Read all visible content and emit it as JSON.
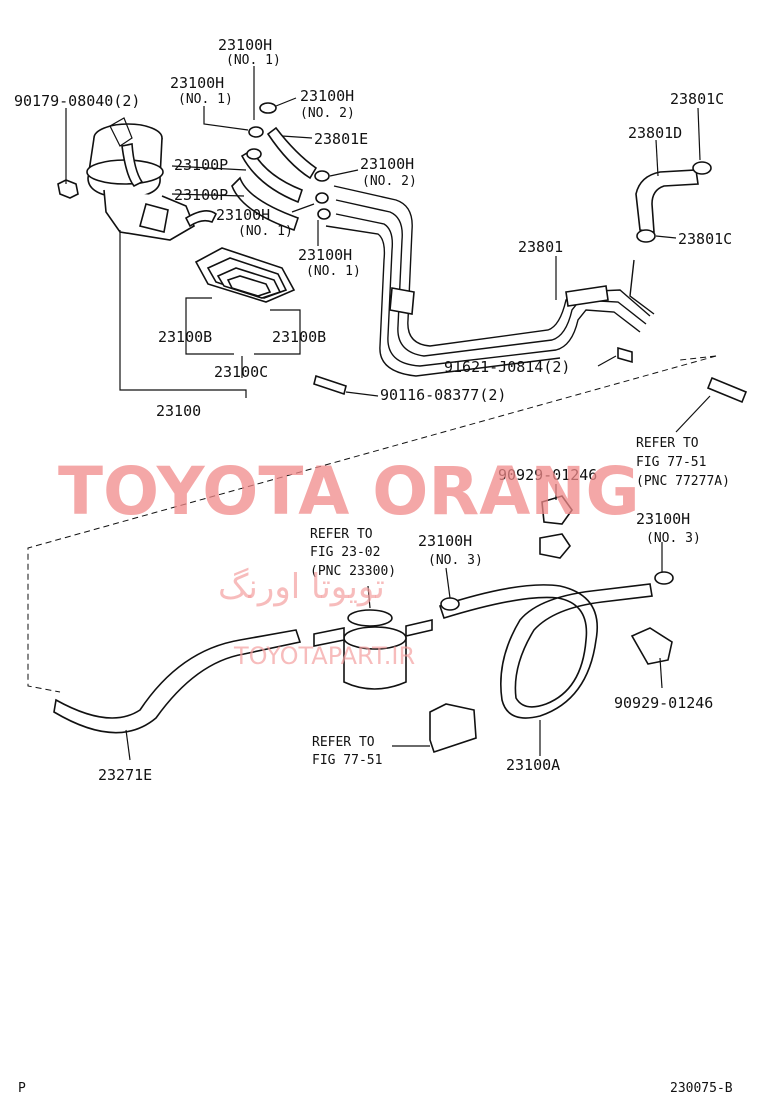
{
  "labels": {
    "p_23100H_a": "23100H",
    "no1_a": "(NO. 1)",
    "p_23100H_b": "23100H",
    "no1_b": "(NO. 1)",
    "p_90179": "90179-08040(2)",
    "p_23100H_c": "23100H",
    "no2_a": "(NO. 2)",
    "p_23801E": "23801E",
    "p_23100P_a": "23100P",
    "p_23100H_d": "23100H",
    "no2_b": "(NO. 2)",
    "p_23100P_b": "23100P",
    "p_23100H_e": "23100H",
    "no1_c": "(NO. 1)",
    "p_23100H_f": "23100H",
    "no1_d": "(NO. 1)",
    "p_23801C_a": "23801C",
    "p_23801D": "23801D",
    "p_23801C_b": "23801C",
    "p_23801": "23801",
    "p_23100B_a": "23100B",
    "p_23100B_b": "23100B",
    "p_23100C": "23100C",
    "p_23100": "23100",
    "p_91621": "91621-J0814(2)",
    "p_90116": "90116-08377(2)",
    "refer1_a": "REFER TO",
    "refer1_b": "FIG 77-51",
    "refer1_c": "(PNC 77277A)",
    "p_90929_a": "90929-01246",
    "refer2_a": "REFER TO",
    "refer2_b": "FIG 23-02",
    "refer2_c": "(PNC 23300)",
    "p_23100H_g": "23100H",
    "no3_a": "(NO. 3)",
    "p_23100H_h": "23100H",
    "no3_b": "(NO. 3)",
    "p_90929_b": "90929-01246",
    "refer3_a": "REFER TO",
    "refer3_b": "FIG 77-51",
    "p_23271E": "23271E",
    "p_23100A": "23100A",
    "corner_left": "P",
    "corner_right": "230075-B"
  },
  "watermark": {
    "main": "TOYOTA ORANG",
    "persian": "تویوتا اورنگ",
    "url": "TOYOTAPART.IR",
    "color": "#f08a8a"
  }
}
